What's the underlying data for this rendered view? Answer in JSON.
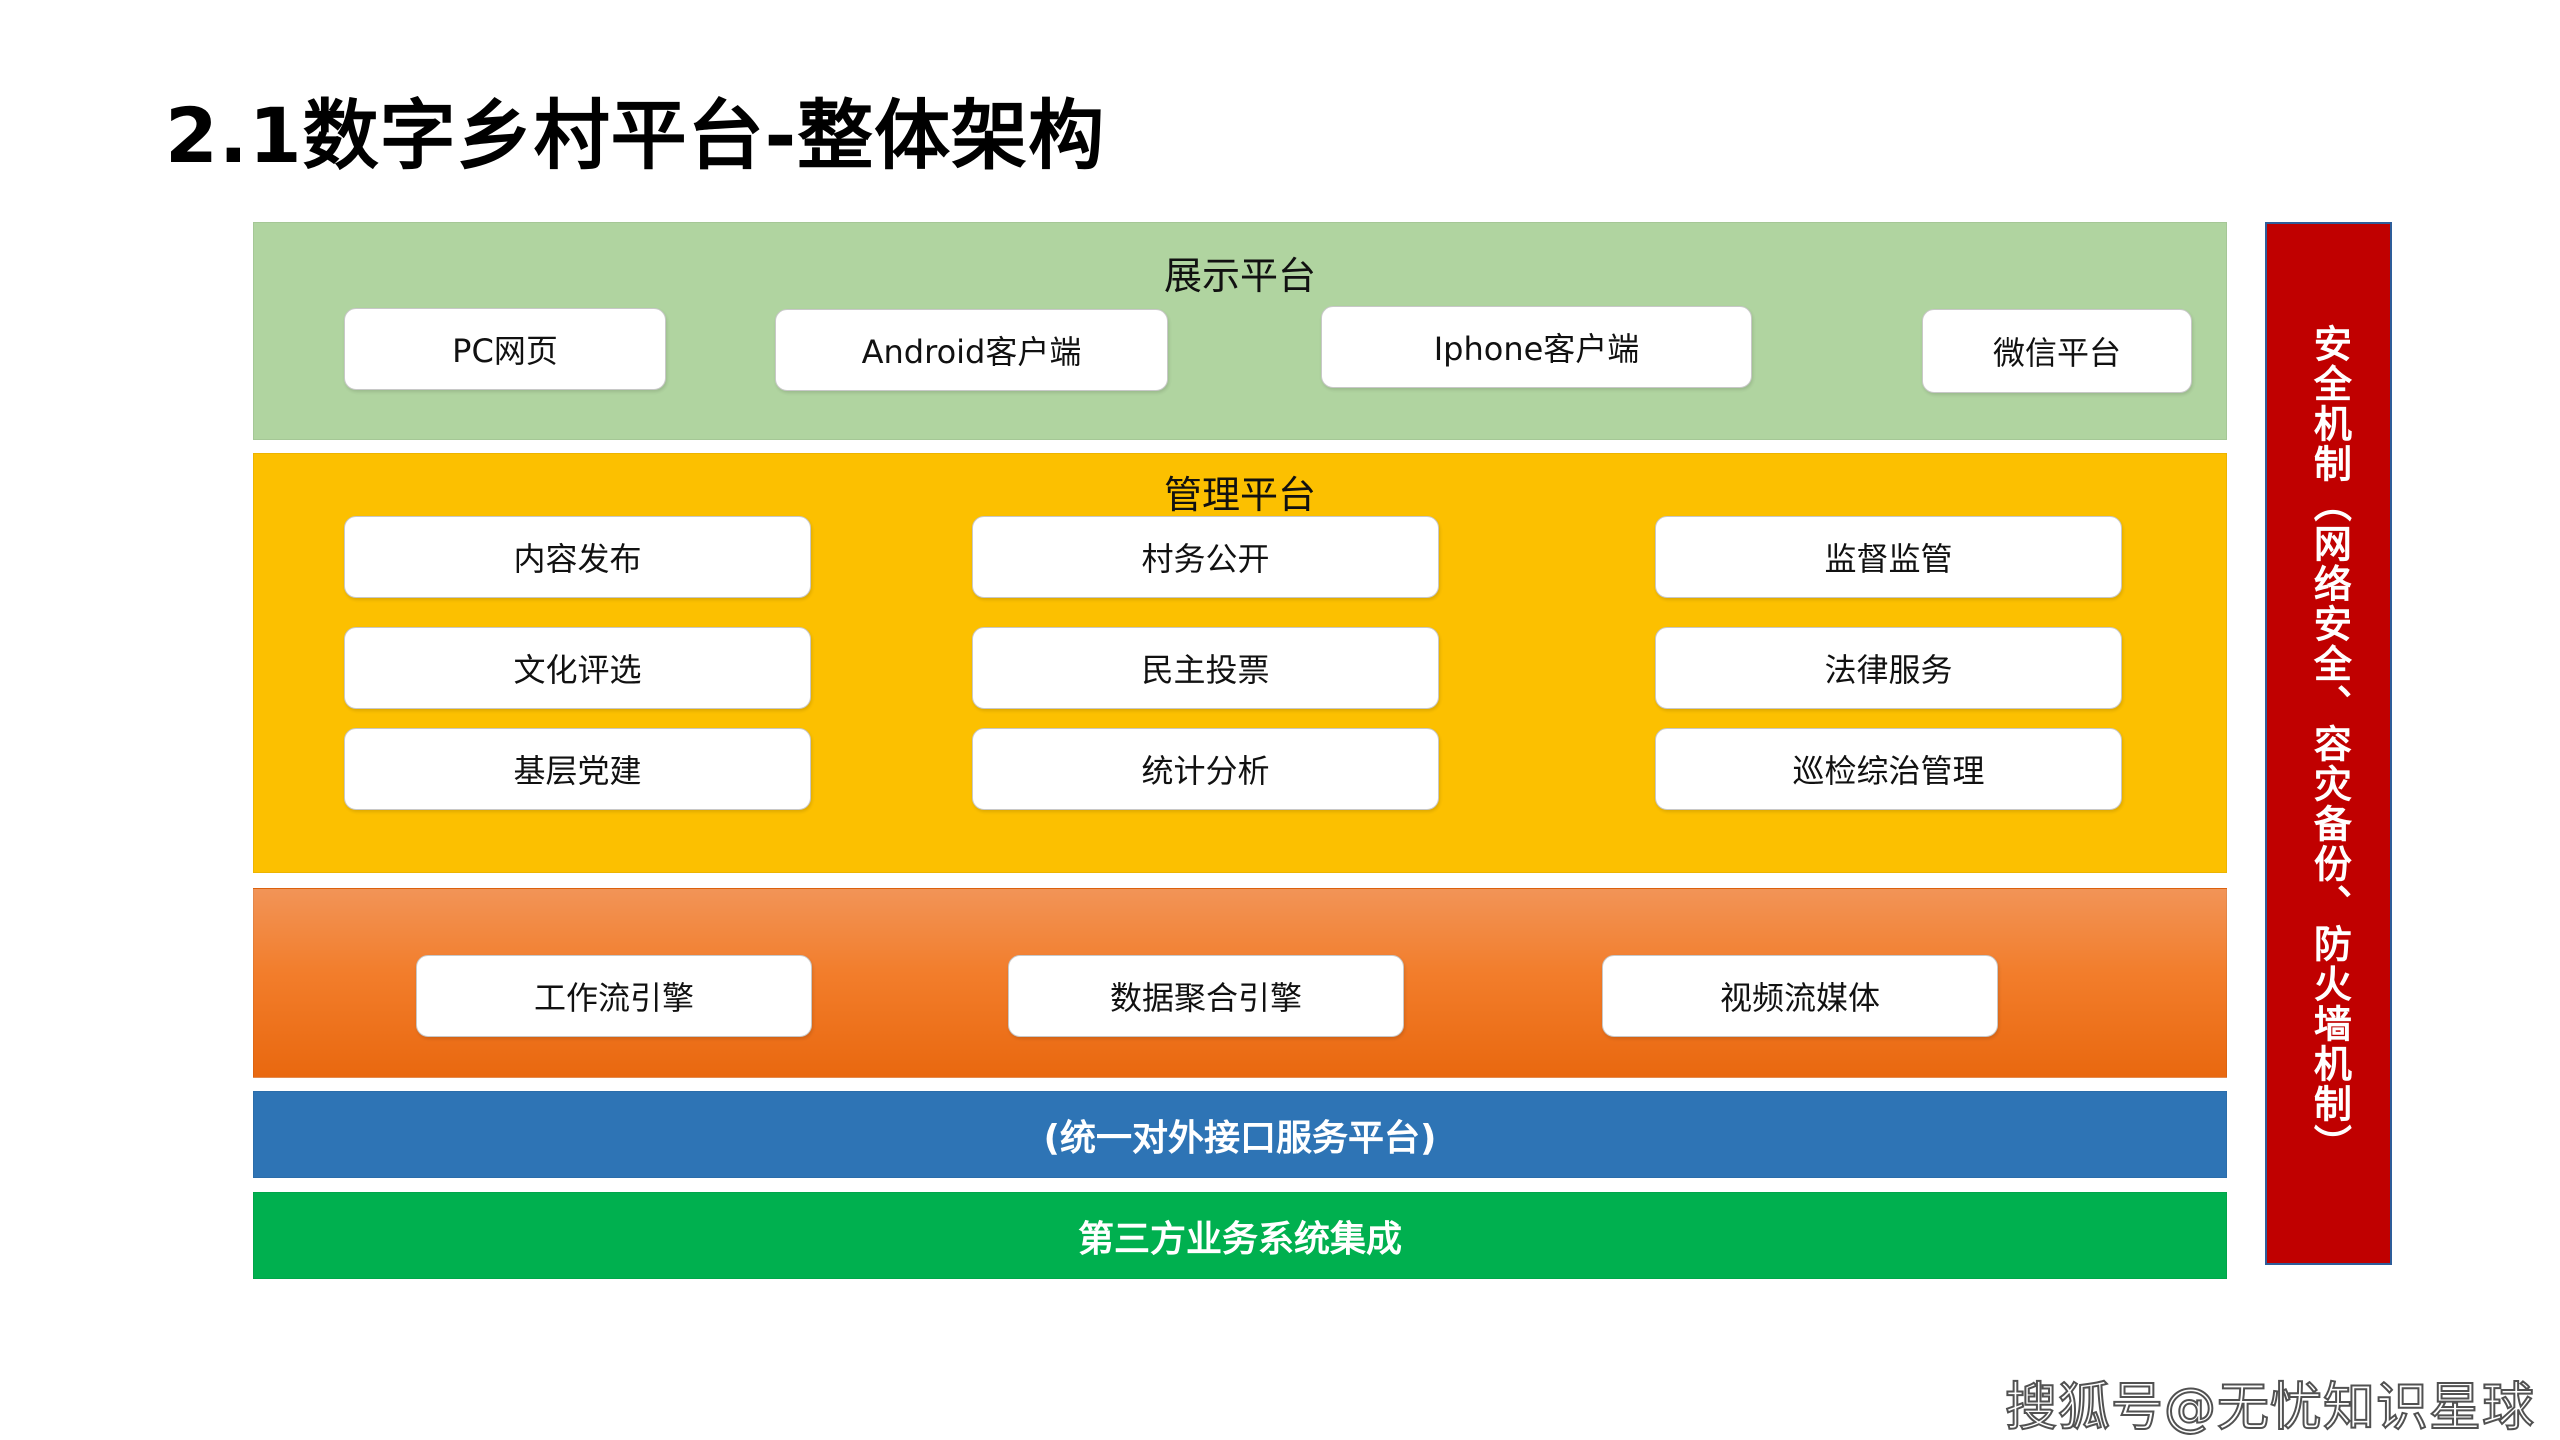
{
  "title": "2.1数字乡村平台-整体架构",
  "display_platform": {
    "title": "展示平台",
    "items": [
      "PC网页",
      "Android客户端",
      "Iphone客户端",
      "微信平台"
    ]
  },
  "management_platform": {
    "title": "管理平台",
    "items": [
      "内容发布",
      "村务公开",
      "监督监管",
      "文化评选",
      "民主投票",
      "法律服务",
      "基层党建",
      "统计分析",
      "巡检综治管理"
    ]
  },
  "engines": {
    "items": [
      "工作流引擎",
      "数据聚合引擎",
      "视频流媒体"
    ]
  },
  "interface_platform": {
    "label": "(统一对外接口服务平台)"
  },
  "third_party": {
    "label": "第三方业务系统集成"
  },
  "security": {
    "label": "安全机制（网络安全、容灾备份、防火墙机制）"
  },
  "watermark": "搜狐号@无忧知识星球",
  "colors": {
    "display": "#b0d4a0",
    "management": "#fcc000",
    "engine": "#f27d2b",
    "interface": "#2e74b5",
    "third_party": "#00b04f",
    "security": "#c00000"
  }
}
